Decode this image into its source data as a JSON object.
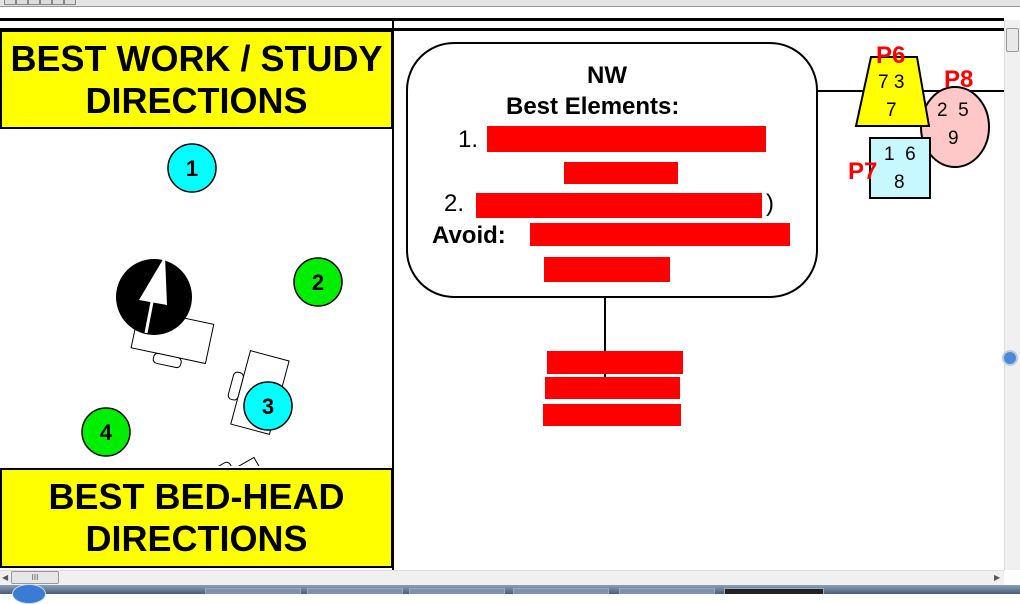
{
  "left_panel": {
    "top_heading": "BEST WORK / STUDY DIRECTIONS",
    "bottom_heading": "BEST BED-HEAD DIRECTIONS",
    "directions": [
      {
        "label": "1",
        "color": "#00ffff"
      },
      {
        "label": "2",
        "color": "#00ee00"
      },
      {
        "label": "3",
        "color": "#00ffff"
      },
      {
        "label": "4",
        "color": "#00ee00"
      }
    ]
  },
  "nw_box": {
    "title": "NW",
    "subtitle": "Best Elements:",
    "item1_prefix": "1.",
    "item2_prefix": "2.",
    "item2_suffix": ")",
    "avoid_label": "Avoid:"
  },
  "shapes": {
    "p6": {
      "label": "P6",
      "numbers_top": "7 3",
      "numbers_bottom": "7",
      "color": "#ffff00"
    },
    "p8": {
      "label": "P8",
      "numbers_top": "2  5",
      "numbers_bottom": "9",
      "color": "#ffc8c8"
    },
    "p7": {
      "label": "P7",
      "numbers_top": "1  6",
      "numbers_bottom": "8",
      "color": "#c8f8ff"
    }
  },
  "scrollbar": {
    "thumb_grip": "III"
  },
  "colors": {
    "redaction": "#ff0000",
    "heading_bg": "#ffff00",
    "label_red": "#ff0000"
  }
}
